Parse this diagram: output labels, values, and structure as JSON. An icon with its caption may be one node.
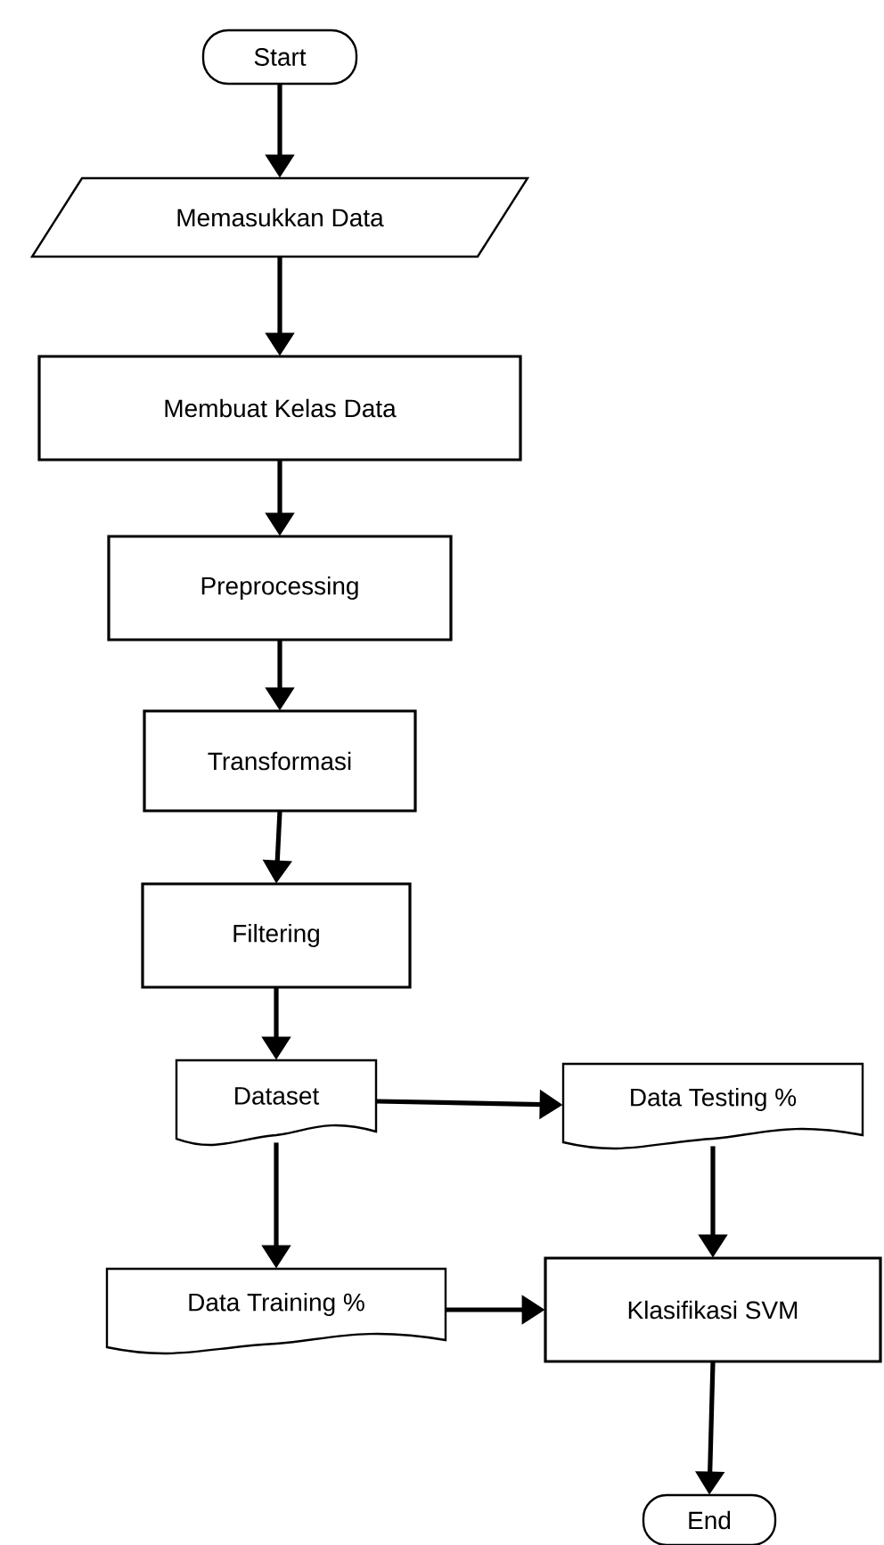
{
  "diagram": {
    "nodes": [
      {
        "text": [
          "Start"
        ]
      },
      {
        "text": [
          "Memasukkan Data"
        ]
      },
      {
        "text": [
          "Membuat Kelas Data"
        ]
      },
      {
        "text": [
          "Preprocessing"
        ]
      },
      {
        "text": [
          "Transformasi"
        ]
      },
      {
        "text": [
          "Filtering"
        ]
      },
      {
        "text": [
          "Dataset"
        ]
      },
      {
        "text": [
          "Data Testing %"
        ]
      },
      {
        "text": [
          "Data Training %"
        ]
      },
      {
        "text": [
          "Klasifikasi SVM"
        ]
      },
      {
        "text": [
          "End"
        ]
      }
    ],
    "edges": [
      {
        "from": 0,
        "to": 1,
        "arrow": "to"
      },
      {
        "from": 1,
        "to": 2,
        "arrow": "to"
      },
      {
        "from": 2,
        "to": 3,
        "arrow": "to"
      },
      {
        "from": 3,
        "to": 4,
        "arrow": "to"
      },
      {
        "from": 4,
        "to": 5,
        "arrow": "to"
      },
      {
        "from": 5,
        "to": 6,
        "arrow": "to"
      },
      {
        "from": 6,
        "to": 7,
        "arrow": "to"
      },
      {
        "from": 6,
        "to": 8,
        "arrow": "to"
      },
      {
        "from": 7,
        "to": 9,
        "arrow": "to"
      },
      {
        "from": 8,
        "to": 9,
        "arrow": "to"
      },
      {
        "from": 9,
        "to": 10,
        "arrow": "to"
      }
    ]
  }
}
